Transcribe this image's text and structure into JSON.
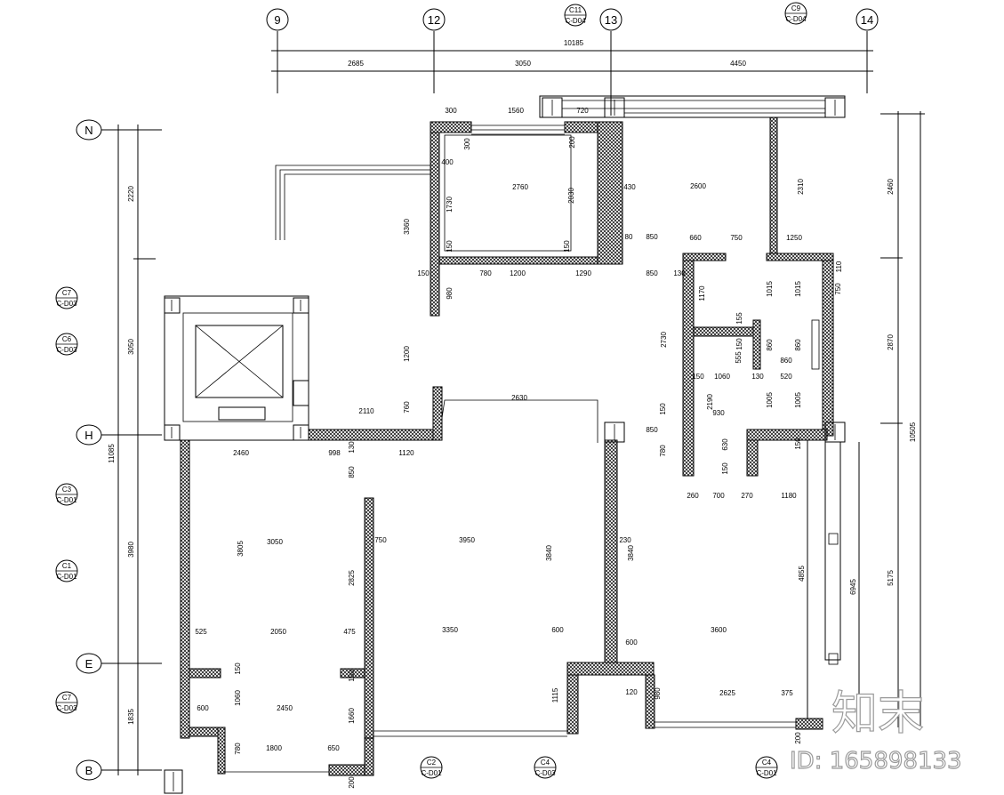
{
  "drawing": {
    "grid_columns": [
      "9",
      "12",
      "13",
      "14"
    ],
    "grid_rows": [
      "N",
      "H",
      "E",
      "B"
    ],
    "callouts": [
      {
        "top": "C11",
        "bottom": "C-D04"
      },
      {
        "top": "C9",
        "bottom": "C-D04"
      },
      {
        "top": "C7",
        "bottom": "C-D03"
      },
      {
        "top": "C6",
        "bottom": "C-D03"
      },
      {
        "top": "C3",
        "bottom": "C-D01"
      },
      {
        "top": "C1",
        "bottom": "C-D01"
      },
      {
        "top": "C7",
        "bottom": "C-D03"
      },
      {
        "top": "C2",
        "bottom": "C-D01"
      },
      {
        "top": "C4",
        "bottom": "C-D03"
      },
      {
        "top": "C4",
        "bottom": "C-D01"
      }
    ],
    "top_dims": {
      "overall": "10185",
      "segments": [
        "2685",
        "3050",
        "4450"
      ]
    },
    "left_dims": {
      "overall": "11085",
      "segments": [
        "2220",
        "3050",
        "3980",
        "1835"
      ]
    },
    "right_dims": {
      "overall": "10505",
      "segments": [
        "2460",
        "2870",
        "5175"
      ],
      "inner": [
        "6945",
        "4855"
      ]
    },
    "interior_dims": [
      "300",
      "1560",
      "720",
      "300",
      "400",
      "200",
      "2760",
      "2030",
      "430",
      "2600",
      "2310",
      "3360",
      "1730",
      "150",
      "150",
      "80",
      "850",
      "660",
      "750",
      "1250",
      "150",
      "780",
      "1200",
      "1290",
      "850",
      "130",
      "980",
      "1200",
      "1170",
      "1015",
      "1015",
      "110",
      "750",
      "2730",
      "155",
      "150",
      "555",
      "860",
      "860",
      "860",
      "150",
      "1060",
      "130",
      "520",
      "1005",
      "1005",
      "2190",
      "150",
      "930",
      "850",
      "780",
      "630",
      "150",
      "150",
      "260",
      "700",
      "270",
      "1180",
      "2630",
      "2110",
      "760",
      "2460",
      "998",
      "130",
      "1120",
      "850",
      "3050",
      "3805",
      "750",
      "3950",
      "230",
      "3840",
      "3840",
      "2825",
      "525",
      "2050",
      "475",
      "3350",
      "600",
      "600",
      "3600",
      "150",
      "150",
      "1060",
      "600",
      "2450",
      "1660",
      "1115",
      "120",
      "980",
      "2625",
      "375",
      "780",
      "1800",
      "650",
      "200",
      "200"
    ]
  },
  "watermark": {
    "logo": "知末",
    "id": "ID: 165898133"
  }
}
